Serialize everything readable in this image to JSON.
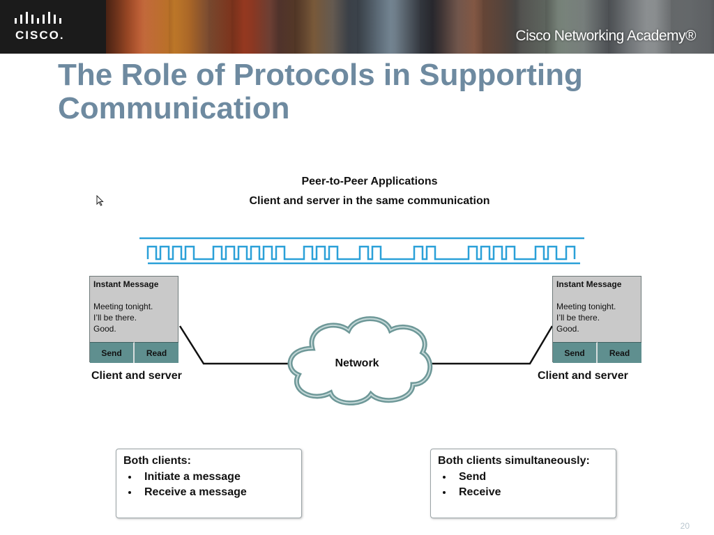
{
  "banner": {
    "logo_text": "CISCO.",
    "academy_text": "Cisco Networking Academy®"
  },
  "slide": {
    "title": "The Role of Protocols in Supporting Communication",
    "page_number": "20"
  },
  "diagram": {
    "title": "Peer-to-Peer Applications",
    "subtitle": "Client and server in the same communication",
    "network_label": "Network",
    "left_node": {
      "window_title": "Instant Message",
      "lines": [
        "Meeting tonight.",
        "I’ll be there.",
        "Good."
      ],
      "send_label": "Send",
      "read_label": "Read",
      "caption": "Client and server"
    },
    "right_node": {
      "window_title": "Instant Message",
      "lines": [
        "Meeting tonight.",
        "I’ll be there.",
        "Good."
      ],
      "send_label": "Send",
      "read_label": "Read",
      "caption": "Client and server"
    }
  },
  "info_boxes": [
    {
      "heading": "Both clients:",
      "items": [
        "Initiate a message",
        "Receive a message"
      ]
    },
    {
      "heading": "Both clients simultaneously:",
      "items": [
        "Send",
        "Receive"
      ]
    }
  ],
  "colors": {
    "title": "#6e8aa0",
    "signal": "#2aa0d8",
    "button": "#5f8f8f",
    "cloud_stroke": "#6e9898"
  },
  "icons": [
    "cisco-logo-icon",
    "mouse-cursor-icon",
    "network-cloud-icon"
  ]
}
